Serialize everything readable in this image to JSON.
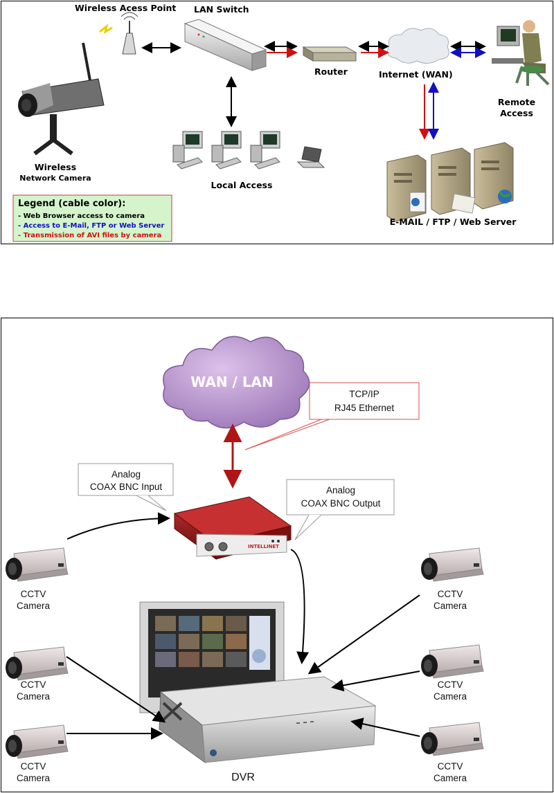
{
  "diagram1": {
    "labels": {
      "wireless_access_point": "Wireless Acess Point",
      "lan_switch": "LAN Switch",
      "router": "Router",
      "internet": "Internet (WAN)",
      "remote_access_1": "Remote",
      "remote_access_2": "Access",
      "camera_1": "Wireless",
      "camera_2": "Network Camera",
      "local_access": "Local Access",
      "servers": "E-MAIL / FTP / Web Server"
    },
    "legend": {
      "title": "Legend (cable color):",
      "items": [
        {
          "text": "- Web Browser access to camera",
          "color": "#000000"
        },
        {
          "text": "- Access to E-Mail, FTP or Web Server",
          "color": "#1010c0"
        },
        {
          "text": "- Transmission of AVI files by camera",
          "color": "#d01010"
        }
      ]
    }
  },
  "diagram2": {
    "labels": {
      "wan_lan": "WAN / LAN",
      "tcpip_1": "TCP/IP",
      "tcpip_2": "RJ45 Ethernet",
      "analog_in_1": "Analog",
      "analog_in_2": "COAX BNC Input",
      "analog_out_1": "Analog",
      "analog_out_2": "COAX BNC Output",
      "dvr": "DVR",
      "device_brand": "INTELLINET"
    },
    "cameras": [
      {
        "line1": "CCTV",
        "line2": "Camera"
      },
      {
        "line1": "CCTV",
        "line2": "Camera"
      },
      {
        "line1": "CCTV",
        "line2": "Camera"
      },
      {
        "line1": "CCTV",
        "line2": "Camera"
      },
      {
        "line1": "CCTV",
        "line2": "Camera"
      },
      {
        "line1": "CCTV",
        "line2": "Camera"
      }
    ]
  }
}
